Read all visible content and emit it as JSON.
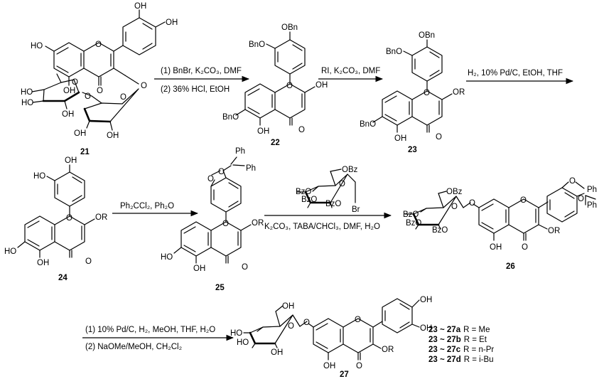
{
  "figure_kind": "chemical reaction scheme",
  "compounds": {
    "c21": "21",
    "c22": "22",
    "c23": "23",
    "c24": "24",
    "c25": "25",
    "c26": "26",
    "c27": "27"
  },
  "reactions": {
    "r1_step1": "(1) BnBr, K₂CO₃, DMF",
    "r1_step2": "(2) 36% HCl, EtOH",
    "r2": "RI, K₂CO₃, DMF",
    "r3": "H₂, 10% Pd/C, EtOH, THF",
    "r4": "Ph₂CCl₂, Ph₂O",
    "r5_below": "K₂CO₃, TABA/CHCl₃, DMF, H₂O",
    "r6_step1": "(1) 10% Pd/C, H₂, MeOH, THF, H₂O",
    "r6_step2": "(2) NaOMe/MeOH, CH₂Cl₂"
  },
  "labels": {
    "oh": "OH",
    "ho": "HO",
    "o": "O",
    "or": "OR",
    "obn": "OBn",
    "bno": "BnO",
    "ph": "Ph",
    "obz": "OBz",
    "bzo": "BzO",
    "br": "Br"
  },
  "legend": [
    {
      "range": "23 ~ 27a",
      "r": "R = Me"
    },
    {
      "range": "23 ~ 27b",
      "r": "R = Et"
    },
    {
      "range": "23 ~ 27c",
      "r": "R = n-Pr"
    },
    {
      "range": "23 ~ 27d",
      "r": "R = i-Bu"
    }
  ],
  "colors": {
    "ink": "#000000",
    "background": "#ffffff"
  }
}
